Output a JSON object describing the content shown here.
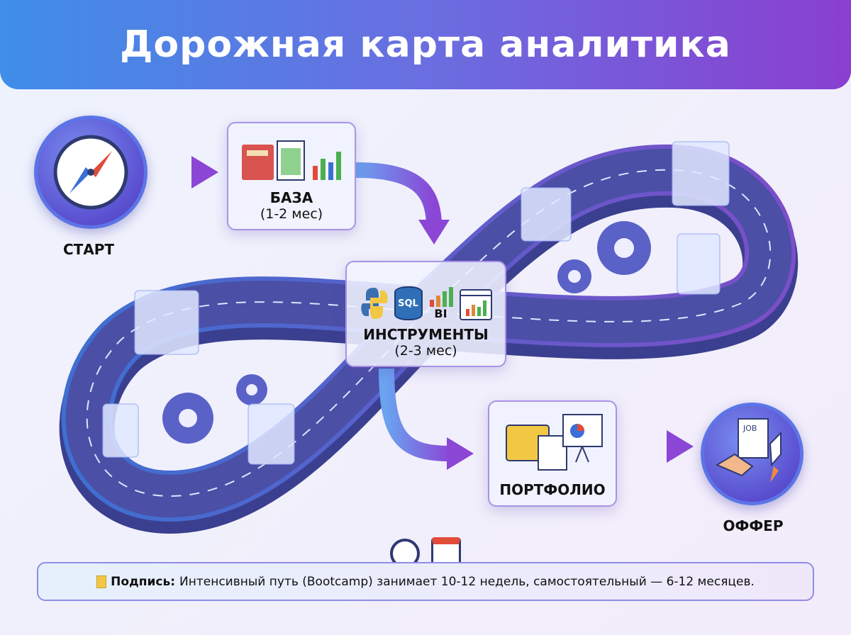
{
  "header": {
    "title": "Дорожная карта аналитика"
  },
  "nodes": {
    "start": {
      "label": "СТАРТ",
      "icon": "compass-icon"
    },
    "base": {
      "title": "БАЗА",
      "duration": "(1-2 мес)"
    },
    "tools": {
      "title": "ИНСТРУМЕНТЫ",
      "duration": "(2-3 мес)",
      "sql": "SQL",
      "bi": "BI"
    },
    "portfolio": {
      "title": "ПОРТФОЛИО"
    },
    "offer": {
      "label": "ОФФЕР",
      "job": "JOB"
    }
  },
  "caption": {
    "label": "Подпись:",
    "text": "Интенсивный путь (Bootcamp) занимает 10-12 недель, самостоятельный — 6-12 месяцев."
  },
  "colors": {
    "accent_blue": "#3f8ee8",
    "accent_purple": "#8a3fd0",
    "road": "#4b4fa6"
  }
}
